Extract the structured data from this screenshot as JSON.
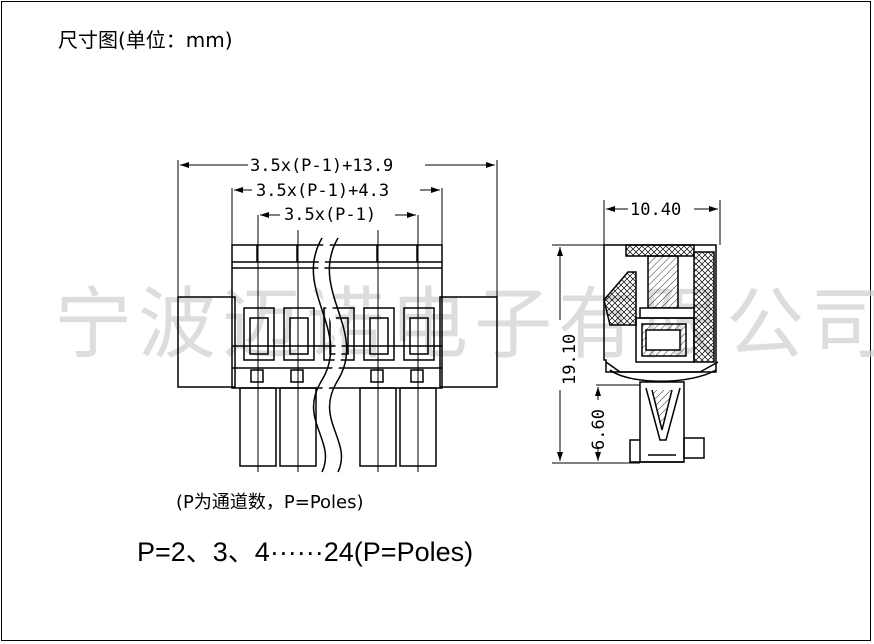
{
  "header": {
    "title": "尺寸图(单位：mm)"
  },
  "watermark": "宁波迈诺电子有限公司",
  "front_view": {
    "dim_overall": "3.5x(P-1)+13.9",
    "dim_middle": "3.5x(P-1)+4.3",
    "dim_pitch": "3.5x(P-1)"
  },
  "side_view": {
    "dim_width": "10.40",
    "dim_height": "19.10",
    "dim_pin": "6.60"
  },
  "notes": {
    "poles_note": "(P为通道数，P=Poles)",
    "poles_formula": "P=2、3、4······24(P=Poles)"
  }
}
